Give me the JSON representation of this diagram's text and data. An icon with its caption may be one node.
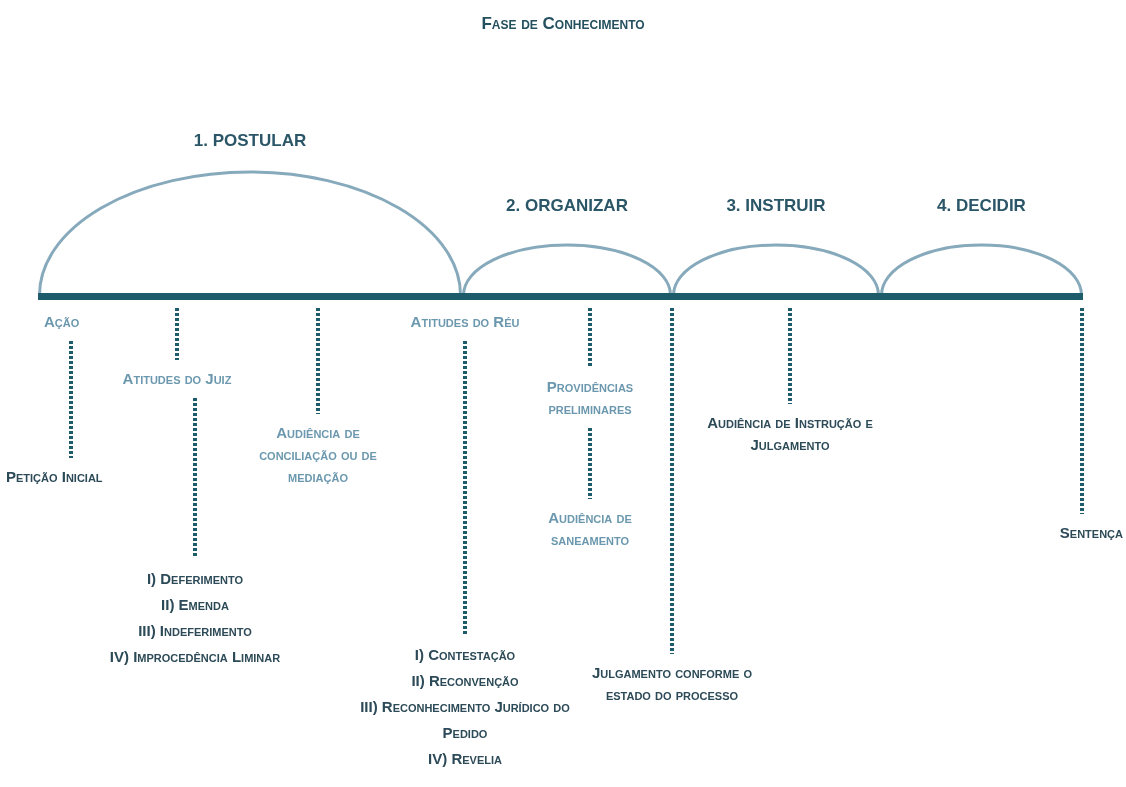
{
  "diagram": {
    "title": "Fase de Conhecimento",
    "nodes": [
      {
        "text": [
          "1. POSTULAR"
        ]
      },
      {
        "text": [
          "2. ORGANIZAR"
        ]
      },
      {
        "text": [
          "3. INSTRUIR"
        ]
      },
      {
        "text": [
          "4. DECIDIR"
        ]
      },
      {
        "text": [],
        "shape": "bar"
      },
      {
        "text": [
          "Ação"
        ]
      },
      {
        "text": [
          "Petição Inicial"
        ]
      },
      {
        "text": [
          "Atitudes do Juiz"
        ]
      },
      {
        "text": [
          "I) Deferimento",
          "II) Emenda",
          "III) Indeferimento",
          "IV) Improcedência Liminar"
        ]
      },
      {
        "text": [
          "Audiência de conciliação ou de mediação"
        ]
      },
      {
        "text": [
          "Atitudes do Réu"
        ]
      },
      {
        "text": [
          "I) Contestação",
          "II) Reconvenção",
          "III) Reconhecimento Jurídico do Pedido",
          "IV) Revelia"
        ]
      },
      {
        "text": [
          "Providências preliminares"
        ]
      },
      {
        "text": [
          "Audiência de saneamento"
        ]
      },
      {
        "text": [
          "Julgamento conforme o estado do processo"
        ]
      },
      {
        "text": [
          "Audiência de Instrução e Julgamento"
        ]
      },
      {
        "text": [
          "Sentença"
        ]
      }
    ],
    "edges": [
      {
        "from": 5,
        "to": 6,
        "arrow": "none",
        "style": "dashed"
      },
      {
        "from": 4,
        "to": 7,
        "arrow": "none",
        "style": "dashed"
      },
      {
        "from": 7,
        "to": 8,
        "arrow": "none",
        "style": "dashed"
      },
      {
        "from": 4,
        "to": 9,
        "arrow": "none",
        "style": "dashed"
      },
      {
        "from": 10,
        "to": 11,
        "arrow": "none",
        "style": "dashed"
      },
      {
        "from": 4,
        "to": 12,
        "arrow": "none",
        "style": "dashed"
      },
      {
        "from": 12,
        "to": 13,
        "arrow": "none",
        "style": "dashed"
      },
      {
        "from": 4,
        "to": 14,
        "arrow": "none",
        "style": "dashed"
      },
      {
        "from": 4,
        "to": 15,
        "arrow": "none",
        "style": "dashed"
      },
      {
        "from": 4,
        "to": 16,
        "arrow": "none",
        "style": "dashed"
      }
    ]
  }
}
